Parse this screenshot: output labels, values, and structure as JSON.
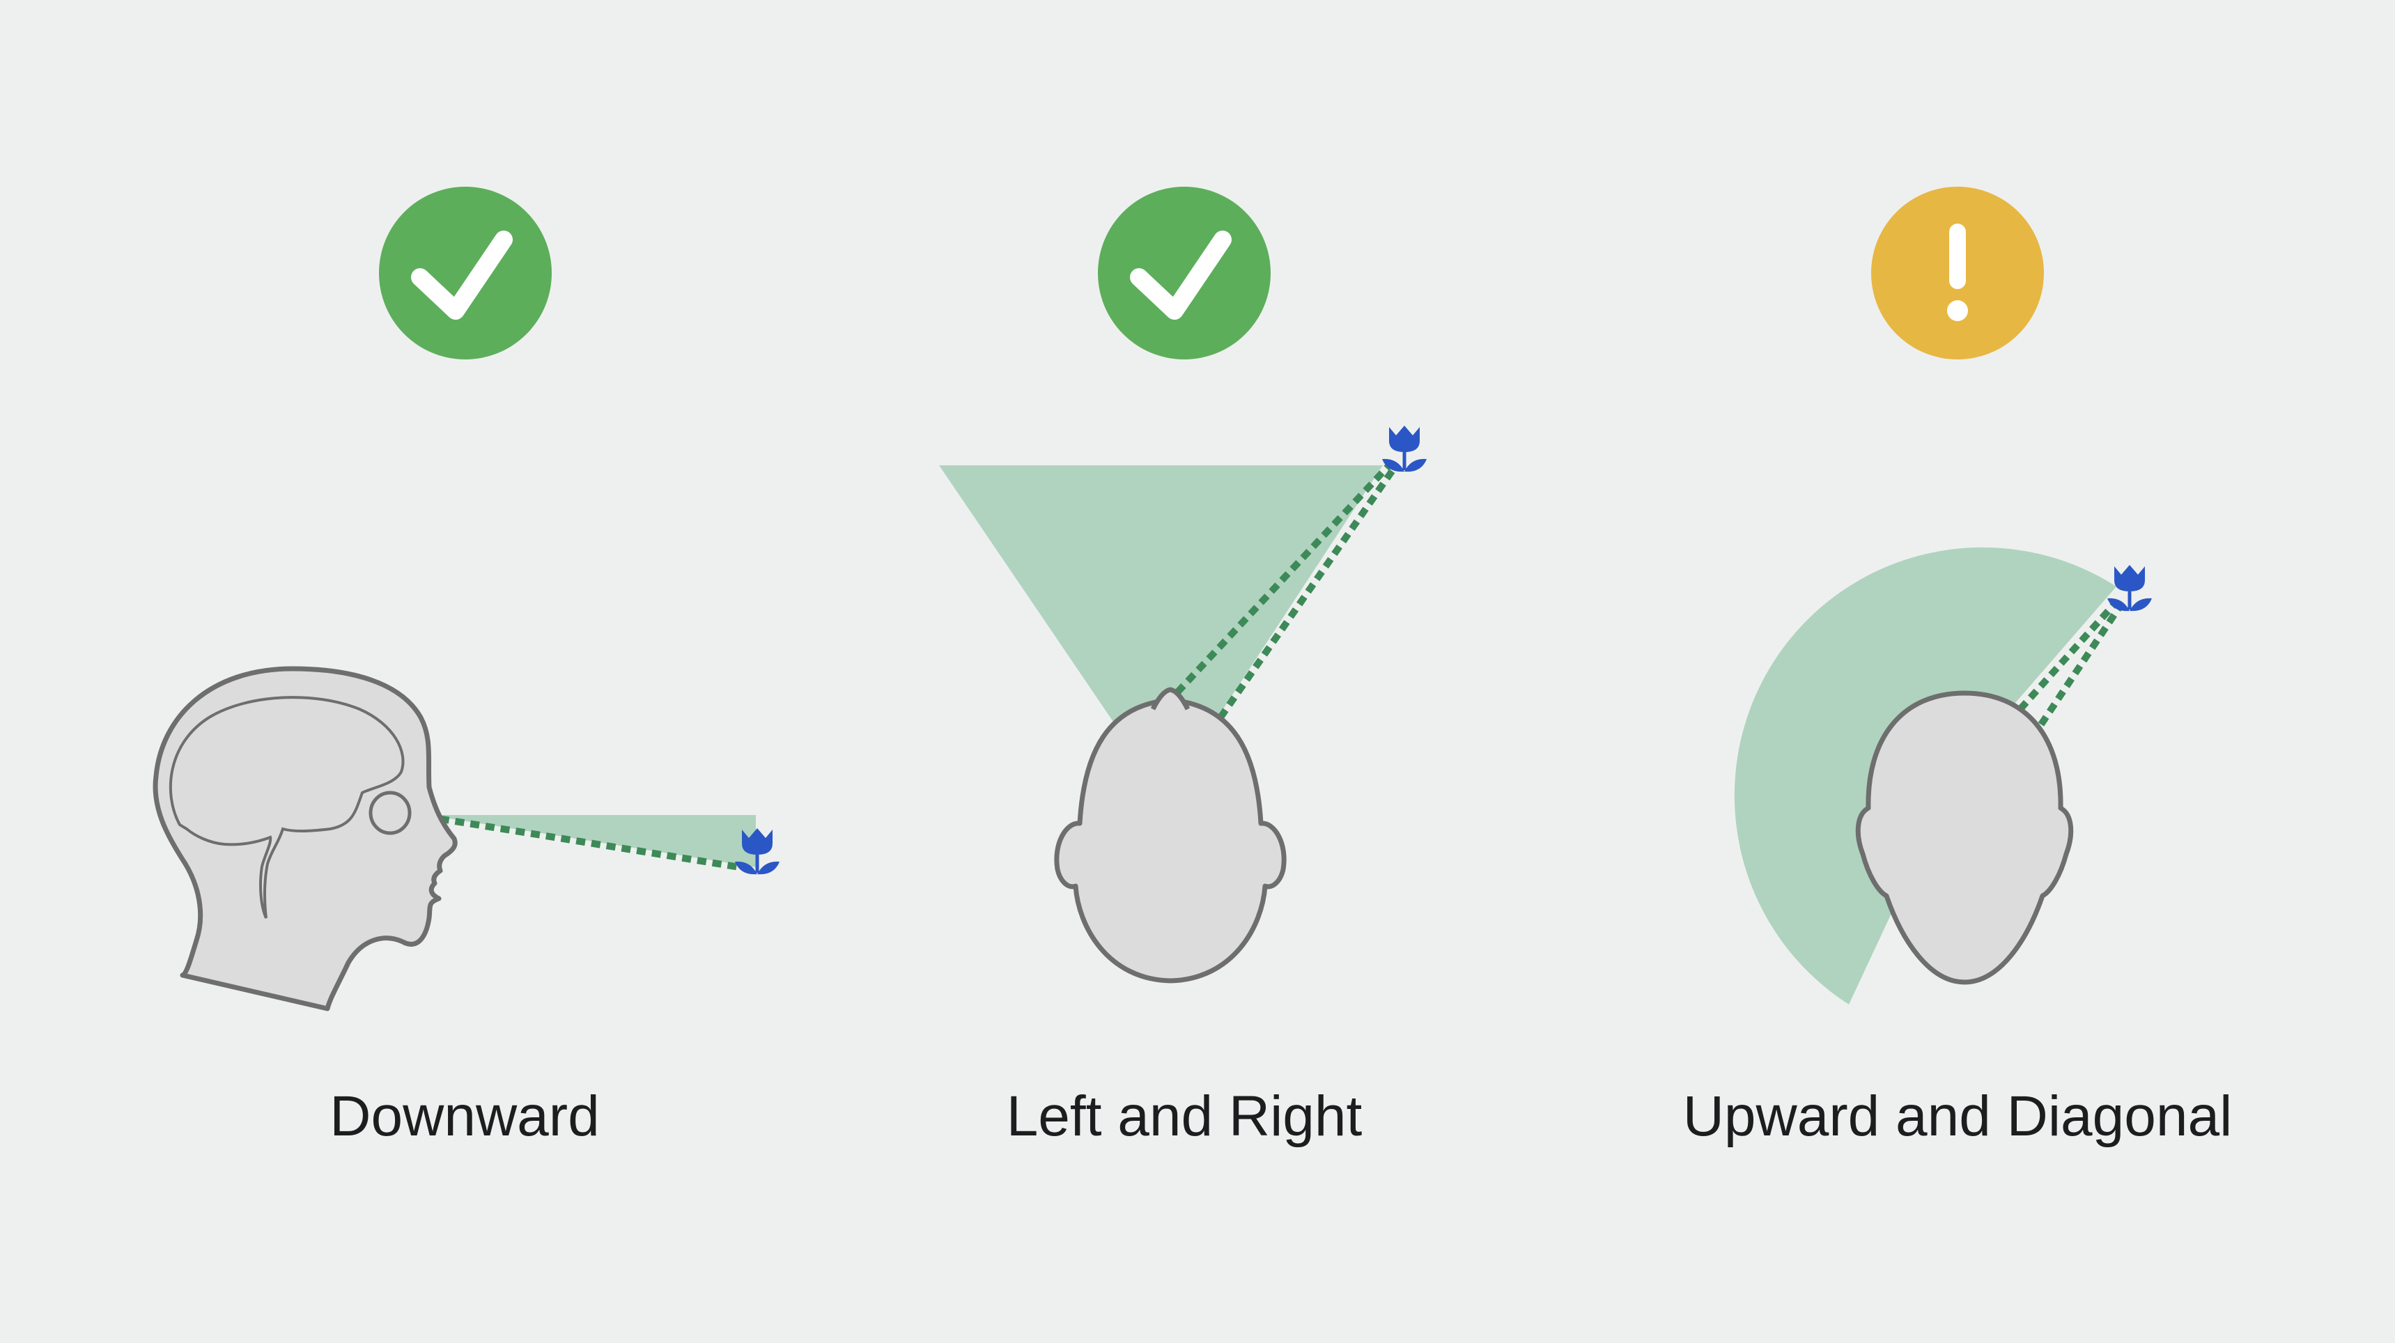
{
  "colors": {
    "background": "#eef0ef",
    "ok": "#5dae5b",
    "warning": "#e7b743",
    "cone": "#b0d3bf",
    "gaze": "#3d8a58",
    "head_fill": "#dcdcdc",
    "head_stroke": "#6e6e6e",
    "flower": "#2a57c5"
  },
  "panels": [
    {
      "status_icon": "checkmark-icon",
      "status": "ok",
      "label": "Downward"
    },
    {
      "status_icon": "checkmark-icon",
      "status": "ok",
      "label": "Left and Right"
    },
    {
      "status_icon": "exclamation-icon",
      "status": "warning",
      "label": "Upward and Diagonal"
    }
  ]
}
